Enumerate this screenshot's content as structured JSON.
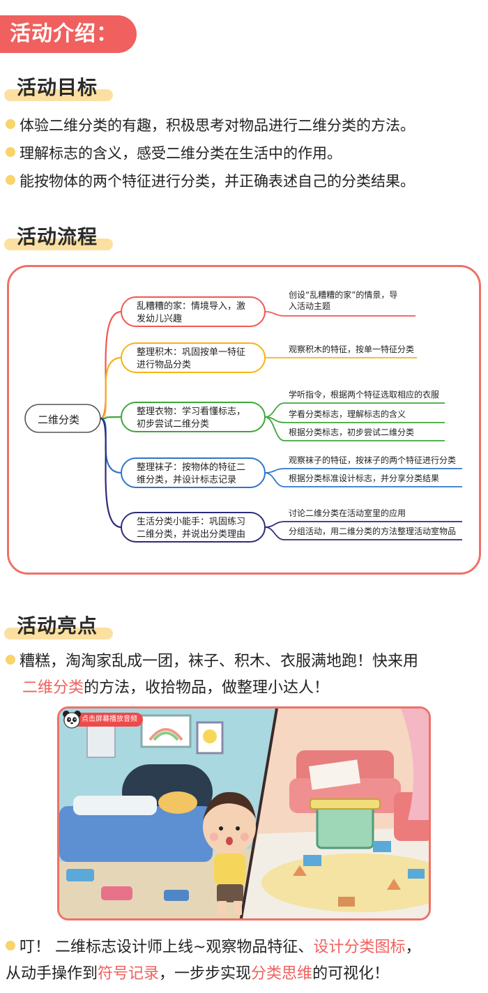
{
  "header": {
    "title": "活动介绍："
  },
  "sections": {
    "goals": {
      "title": "活动目标",
      "items": [
        "体验二维分类的有趣，积极思考对物品进行二维分类的方法。",
        "理解标志的含义，感受二维分类在生活中的作用。",
        "能按物体的两个特征进行分类，并正确表述自己的分类结果。"
      ]
    },
    "process": {
      "title": "活动流程",
      "center": "二维分类",
      "branches": [
        {
          "color": "#f2564f",
          "label_lines": [
            "乱糟糟的家：情境导入，激",
            "发幼儿兴趣"
          ],
          "leaves": [
            [
              "创设“乱糟糟的家”的情景，导",
              "入活动主题"
            ]
          ]
        },
        {
          "color": "#f5b415",
          "label_lines": [
            "整理积木：巩固按单一特征",
            "进行物品分类"
          ],
          "leaves": [
            [
              "观察积木的特征，按单一特征分类"
            ]
          ]
        },
        {
          "color": "#3ea63a",
          "label_lines": [
            "整理衣物：学习看懂标志，",
            "初步尝试二维分类"
          ],
          "leaves": [
            [
              "学听指令，根据两个特征选取相应的衣服"
            ],
            [
              "学看分类标志，理解标志的含义"
            ],
            [
              "根据分类标志，初步尝试二维分类"
            ]
          ]
        },
        {
          "color": "#2f74cc",
          "label_lines": [
            "整理袜子：按物体的特征二",
            "维分类，并设计标志记录"
          ],
          "leaves": [
            [
              "观察袜子的特征，按袜子的两个特征进行分类"
            ],
            [
              "根据分类标准设计标志，并分享分类结果"
            ]
          ]
        },
        {
          "color": "#2d2a7a",
          "label_lines": [
            "生活分类小能手：巩固练习",
            "二维分类，并说出分类理由"
          ],
          "leaves": [
            [
              "讨论二维分类在活动室里的应用"
            ],
            [
              "分组活动，用二维分类的方法整理活动室物品"
            ]
          ]
        }
      ]
    },
    "highlights": {
      "title": "活动亮点",
      "p1_a": "糟糕，淘淘家乱成一团，袜子、积木、衣服满地跑！快来用",
      "p1_b": "二维分类",
      "p1_c": "的方法，收拾物品，做整理小达人！",
      "badge": "点击屏幕播放音频",
      "p2_a": "叮！ 二维标志设计师上线~观察物品特征、",
      "p2_b": "设计分类图标",
      "p2_c": "，",
      "p2_d": "从动手操作到",
      "p2_e": "符号记录",
      "p2_f": "，一步步实现",
      "p2_g": "分类思维",
      "p2_h": "的可视化！"
    }
  },
  "colors": {
    "accent": "#f0605e",
    "highlight": "#fbe0a1",
    "dot": "#f9d36b"
  }
}
